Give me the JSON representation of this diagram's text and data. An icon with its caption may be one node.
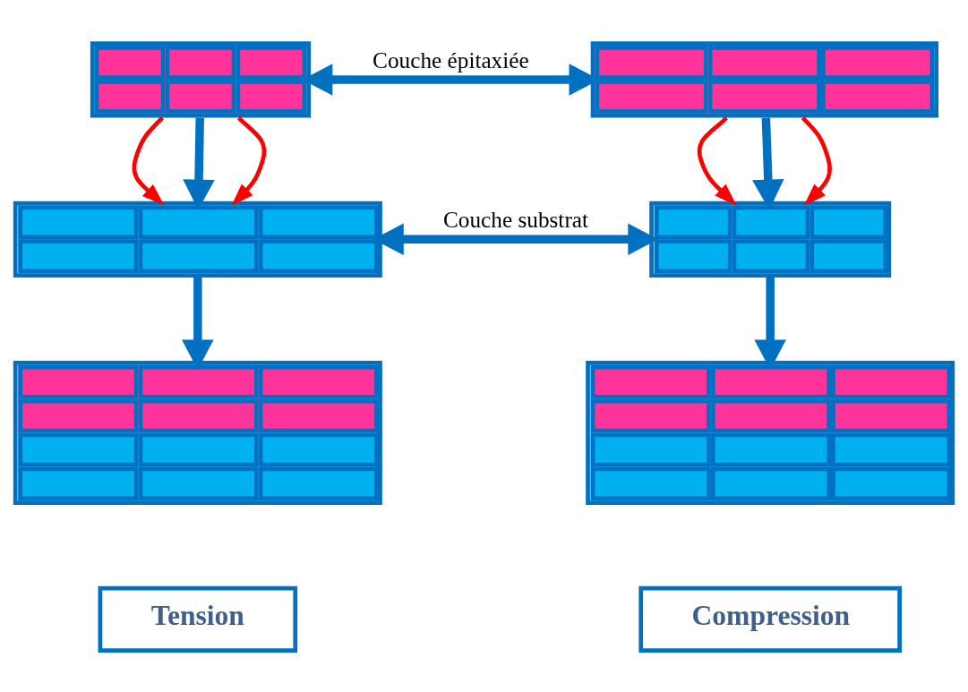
{
  "diagram": {
    "nodes": [
      {
        "text": [],
        "shape": "grid"
      },
      {
        "text": [],
        "shape": "grid"
      },
      {
        "text": [],
        "shape": "grid"
      },
      {
        "text": [],
        "shape": "grid"
      },
      {
        "text": [],
        "shape": "grid"
      },
      {
        "text": [],
        "shape": "grid"
      },
      {
        "text": [
          "Tension"
        ]
      },
      {
        "text": [
          "Compression"
        ]
      }
    ],
    "edges": [
      {
        "from": 0,
        "to": 1,
        "arrow": "both",
        "label": "Couche épitaxiée"
      },
      {
        "from": 0,
        "to": 2,
        "arrow": "to",
        "color": "#ff0000"
      },
      {
        "from": 0,
        "to": 2,
        "arrow": "to"
      },
      {
        "from": 0,
        "to": 2,
        "arrow": "to",
        "color": "#ff0000"
      },
      {
        "from": 1,
        "to": 3,
        "arrow": "to",
        "color": "#ff0000"
      },
      {
        "from": 1,
        "to": 3,
        "arrow": "to"
      },
      {
        "from": 1,
        "to": 3,
        "arrow": "to",
        "color": "#ff0000"
      },
      {
        "from": 2,
        "to": 3,
        "arrow": "both",
        "label": "Couche substrat"
      },
      {
        "from": 2,
        "to": 4,
        "arrow": "to"
      },
      {
        "from": 3,
        "to": 5,
        "arrow": "to"
      }
    ]
  }
}
